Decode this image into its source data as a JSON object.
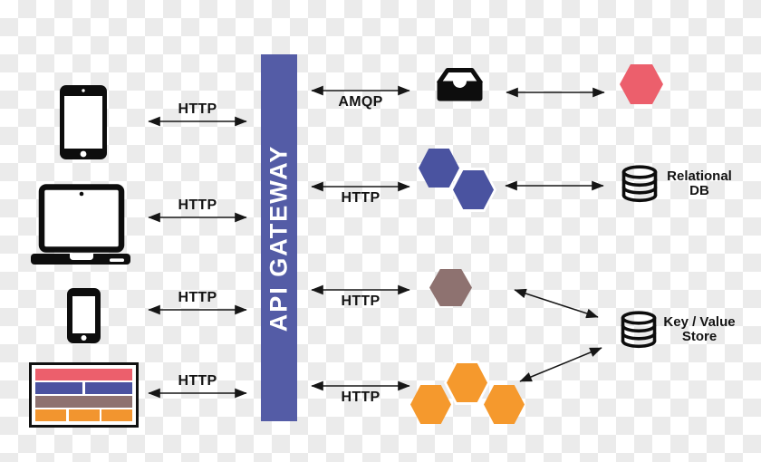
{
  "gateway": {
    "label": "API GATEWAY",
    "color": "#545CA6"
  },
  "clients": [
    {
      "name": "tablet",
      "protocol": "HTTP"
    },
    {
      "name": "laptop",
      "protocol": "HTTP"
    },
    {
      "name": "smartphone",
      "protocol": "HTTP"
    },
    {
      "name": "web-page",
      "protocol": "HTTP"
    }
  ],
  "services": [
    {
      "name": "message-queue",
      "protocol": "AMQP"
    },
    {
      "name": "blue-hexagon-service",
      "protocol": "HTTP"
    },
    {
      "name": "brown-hexagon-service",
      "protocol": "HTTP"
    },
    {
      "name": "orange-hexagon-cluster",
      "protocol": "HTTP"
    }
  ],
  "stores": {
    "relational": {
      "line1": "Relational",
      "line2": "DB"
    },
    "key_value": {
      "line1": "Key / Value",
      "line2": "Store"
    }
  },
  "colors": {
    "gateway_bar": "#545CA6",
    "blue_hexagon": "#4A53A0",
    "red_hexagon": "#EC5F6C",
    "brown_hexagon": "#8E7270",
    "orange_hexagon": "#F5992D",
    "checker_gray": "#EBEBEB",
    "icon_black": "#111111"
  }
}
